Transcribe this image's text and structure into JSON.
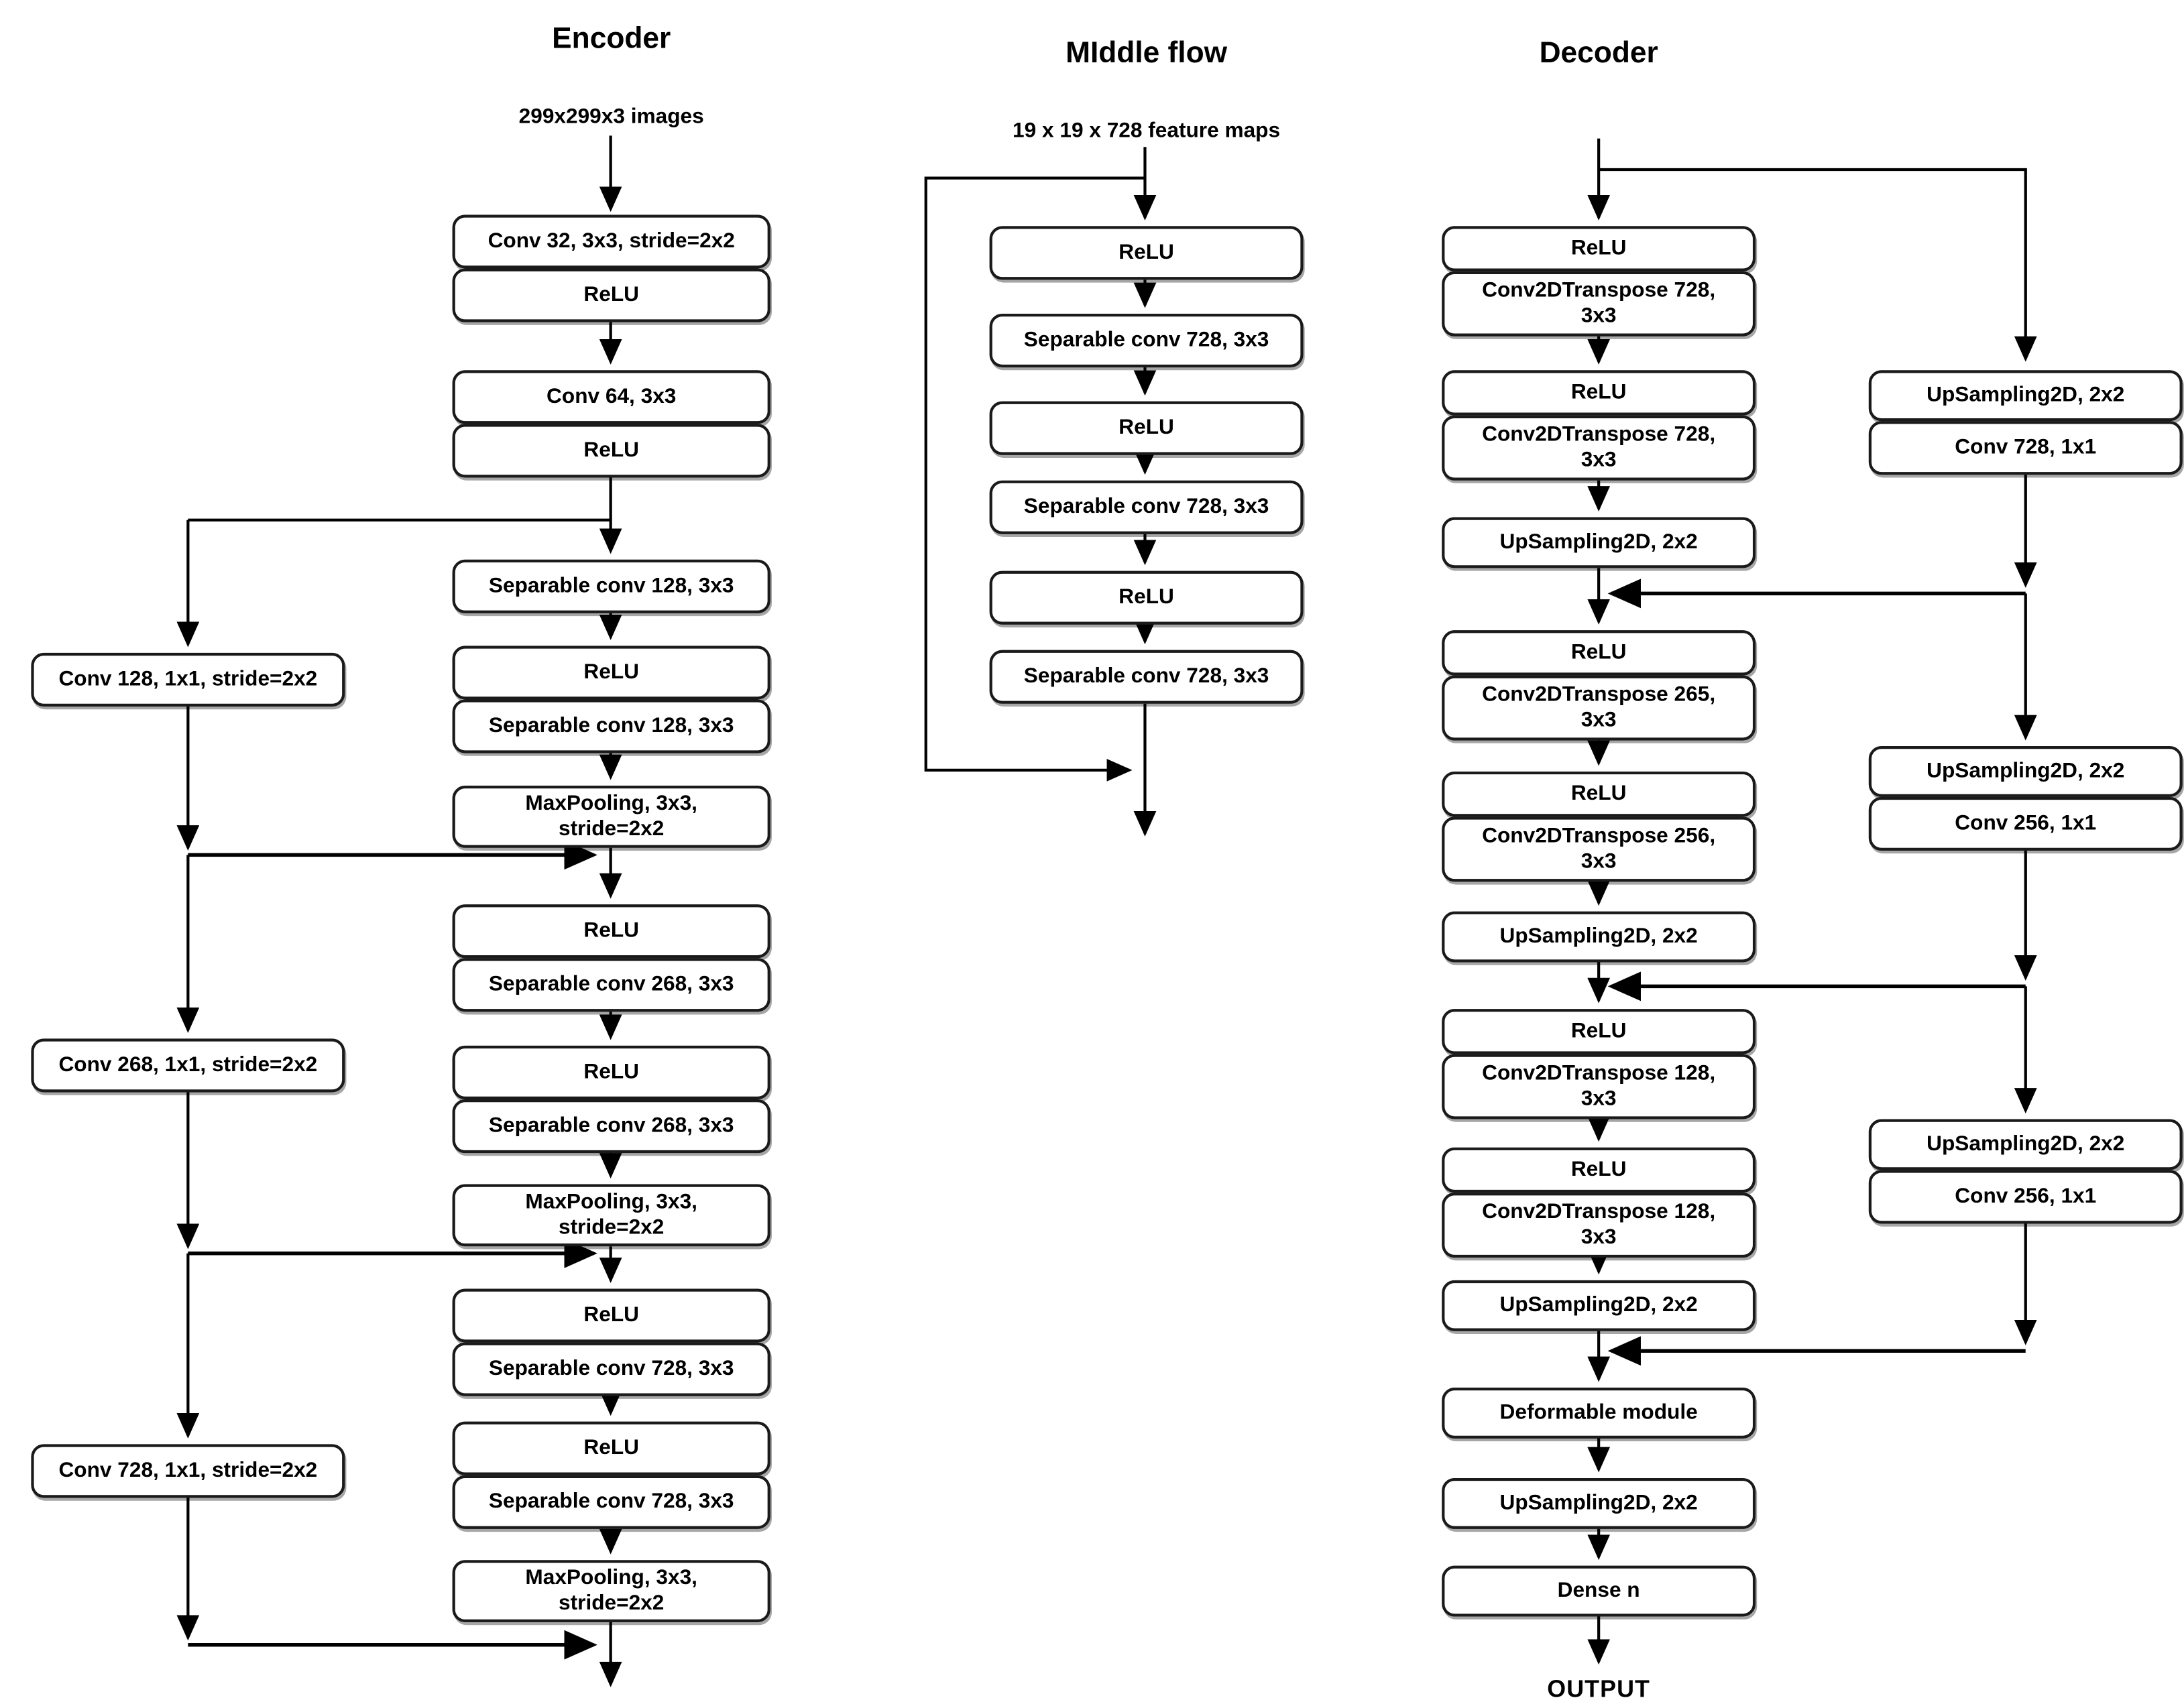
{
  "background": "#ffffff",
  "colors": {
    "box_fill": "#ffffff",
    "box_border": "#1a1a1a",
    "arrow": "#000000",
    "text": "#000000"
  },
  "titles": {
    "encoder": "Encoder",
    "middle": "MIddle flow",
    "decoder": "Decoder"
  },
  "io_labels": {
    "encoder_input": "299x299x3 images",
    "middle_input": "19 x 19 x 728 feature maps",
    "output": "OUTPUT"
  },
  "encoder": {
    "main": [
      "Conv 32, 3x3, stride=2x2",
      "ReLU",
      "Conv 64, 3x3",
      "ReLU",
      "Separable conv 128, 3x3",
      "ReLU",
      "Separable conv 128, 3x3",
      "MaxPooling, 3x3,\nstride=2x2",
      "ReLU",
      "Separable conv 268, 3x3",
      "ReLU",
      "Separable conv 268, 3x3",
      "MaxPooling, 3x3,\nstride=2x2",
      "ReLU",
      "Separable conv 728, 3x3",
      "ReLU",
      "Separable conv 728, 3x3",
      "MaxPooling, 3x3,\nstride=2x2"
    ],
    "skip": [
      "Conv 128, 1x1, stride=2x2",
      "Conv 268, 1x1, stride=2x2",
      "Conv 728, 1x1, stride=2x2"
    ]
  },
  "middle": {
    "main": [
      "ReLU",
      "Separable conv 728, 3x3",
      "ReLU",
      "Separable conv 728, 3x3",
      "ReLU",
      "Separable conv 728, 3x3"
    ]
  },
  "decoder": {
    "main": [
      "ReLU",
      "Conv2DTranspose 728,\n3x3",
      "ReLU",
      "Conv2DTranspose 728,\n3x3",
      "UpSampling2D, 2x2",
      "ReLU",
      "Conv2DTranspose 265,\n3x3",
      "ReLU",
      "Conv2DTranspose 256,\n3x3",
      "UpSampling2D, 2x2",
      "ReLU",
      "Conv2DTranspose 128,\n3x3",
      "ReLU",
      "Conv2DTranspose 128,\n3x3",
      "UpSampling2D, 2x2",
      "Deformable module",
      "UpSampling2D, 2x2",
      "Dense n"
    ],
    "skip": [
      "UpSampling2D, 2x2",
      "Conv 728, 1x1",
      "UpSampling2D, 2x2",
      "Conv 256, 1x1",
      "UpSampling2D, 2x2",
      "Conv 256, 1x1"
    ]
  }
}
